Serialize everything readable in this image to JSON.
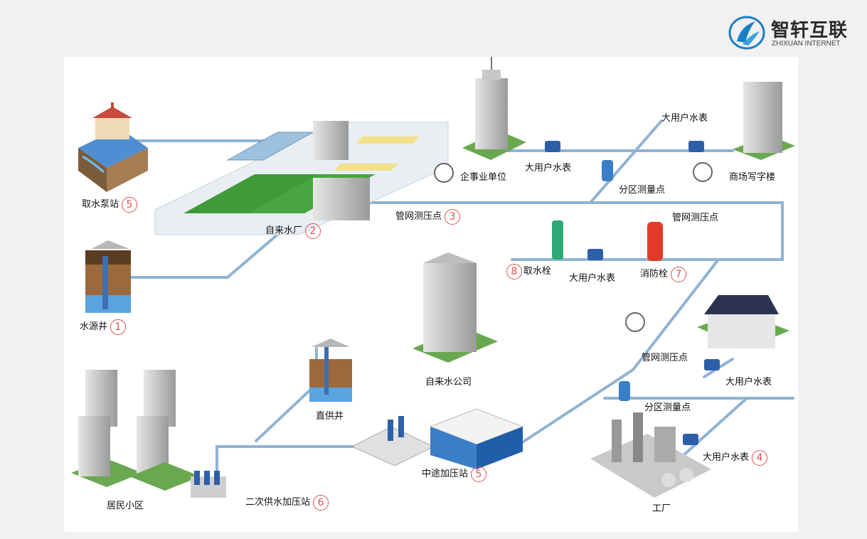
{
  "logo": {
    "name_cn": "智轩互联",
    "name_en": "ZHIXUAN INTERNET",
    "color": "#1a7fc4"
  },
  "labels": {
    "intake_pump": "取水泵站",
    "intake_pump_num": "5",
    "waterworks": "自来水厂",
    "waterworks_num": "2",
    "well": "水源井",
    "well_num": "1",
    "enterprise": "企事业单位",
    "big_meter_1": "大用户水表",
    "big_meter_2": "大用户水表",
    "zone_meter_1": "分区测量点",
    "office": "商场写字楼",
    "pressure_1": "管网测压点",
    "pressure_1_num": "3",
    "pressure_2": "管网测压点",
    "hydrant_take": "取水栓",
    "hydrant_take_num": "8",
    "big_meter_3": "大用户水表",
    "fire_hydrant": "消防栓",
    "fire_hydrant_num": "7",
    "water_company": "自来水公司",
    "pressure_3": "管网测压点",
    "big_meter_4": "大用户水表",
    "zone_meter_2": "分区测量点",
    "big_meter_5": "大用户水表",
    "big_meter_5_num": "4",
    "factory": "工厂",
    "direct_well": "直供井",
    "mid_booster": "中途加压站",
    "mid_booster_num": "5",
    "residential": "居民小区",
    "secondary_booster": "二次供水加压站",
    "secondary_booster_num": "6"
  },
  "colors": {
    "pipe": "#a8c6e0",
    "pipe_edge": "#6f97ba",
    "number": "#e05050",
    "meter": "#2d5fa8",
    "grass": "#3d8a2e",
    "fire": "#e23a2a",
    "hydrant": "#2ea878"
  }
}
